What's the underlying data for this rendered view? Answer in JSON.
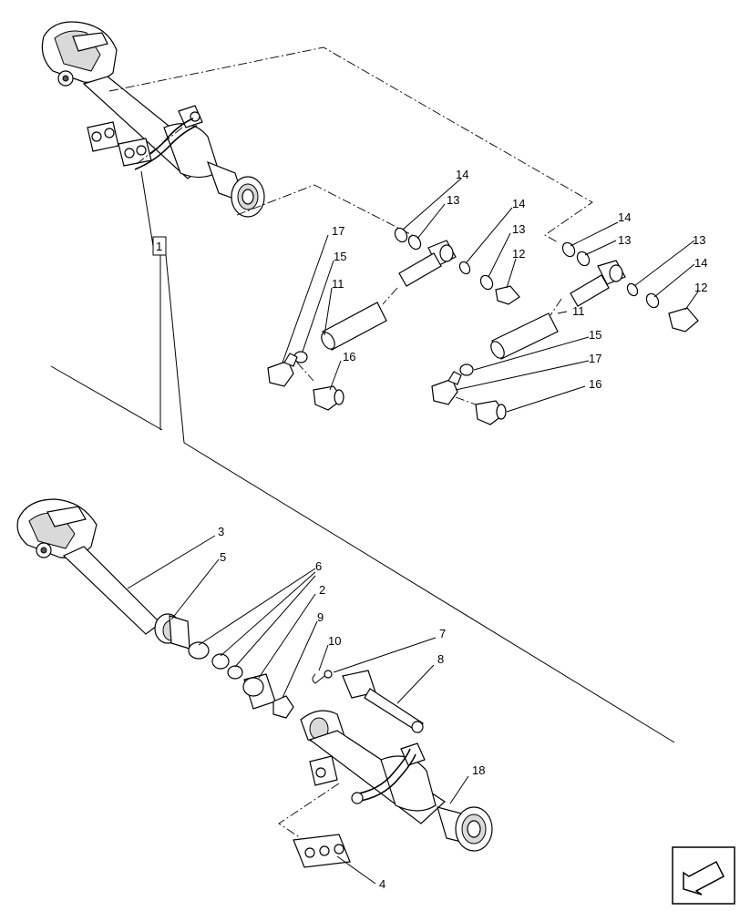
{
  "callouts": {
    "c1": "1",
    "c2": "2",
    "c3": "3",
    "c4": "4",
    "c5": "5",
    "c6": "6",
    "c7": "7",
    "c8": "8",
    "c9": "9",
    "c10": "10",
    "c11a": "11",
    "c11b": "11",
    "c12a": "12",
    "c12b": "12",
    "c13a": "13",
    "c13b": "13",
    "c13c": "13",
    "c13d": "13",
    "c14a": "14",
    "c14b": "14",
    "c14c": "14",
    "c14d": "14",
    "c15a": "15",
    "c15b": "15",
    "c16a": "16",
    "c16b": "16",
    "c17a": "17",
    "c17b": "17",
    "c18": "18"
  },
  "icons": {
    "navigation": "arrow-back-icon"
  }
}
